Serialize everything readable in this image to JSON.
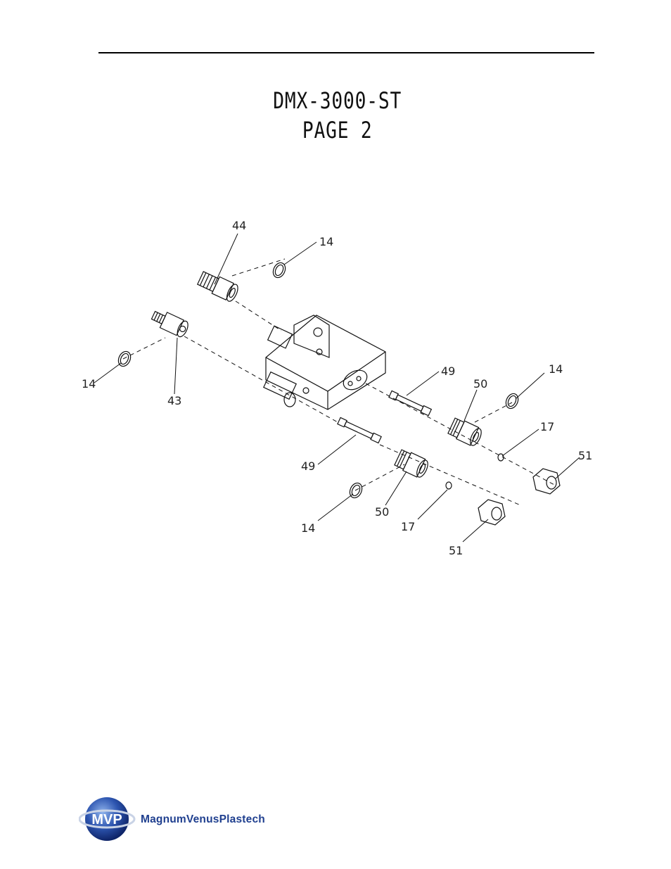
{
  "header": {
    "title_line1": "DMX-3000-ST",
    "title_line2": "PAGE 2"
  },
  "callouts": {
    "c44": "44",
    "c14_top": "14",
    "c14_left": "14",
    "c43": "43",
    "c49_upper": "49",
    "c50_upper": "50",
    "c14_right": "14",
    "c17_upper": "17",
    "c51_upper": "51",
    "c49_lower": "49",
    "c14_lower": "14",
    "c50_lower": "50",
    "c17_lower": "17",
    "c51_lower": "51"
  },
  "footer": {
    "logo_mark": "MVP",
    "company_name": "MagnumVenusPlastech",
    "brand_color": "#1f3f8f"
  }
}
